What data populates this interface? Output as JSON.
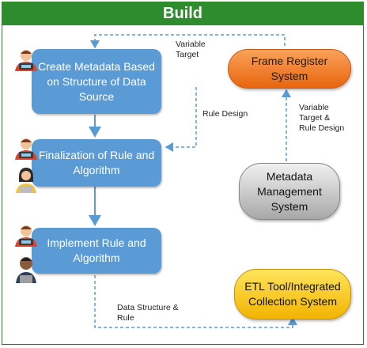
{
  "title": "Build",
  "boxes": {
    "create_metadata": "Create Metadata Based on  Structure of Data Source",
    "finalization": "Finalization of Rule and Algorithm",
    "implement": "Implement Rule and Algorithm"
  },
  "systems": {
    "frame_register": "Frame Register System",
    "metadata_management": "Metadata Management System",
    "etl": "ETL Tool/Integrated Collection System"
  },
  "labels": {
    "variable_target": "Variable\nTarget",
    "rule_design": "Rule Design",
    "variable_target_rule_design": "Variable\nTarget &\nRule Design",
    "data_structure_rule": "Data Structure &\nRule"
  },
  "colors": {
    "header": "#2e8b2e",
    "process_box": "#5b9bd5",
    "frame_register": "#e8650e",
    "metadata_management": "#a8a8a8",
    "etl": "#f2b400",
    "arrow": "#5b9bd5"
  },
  "icons": [
    "person-headset-icon",
    "person-laptop-icon"
  ]
}
